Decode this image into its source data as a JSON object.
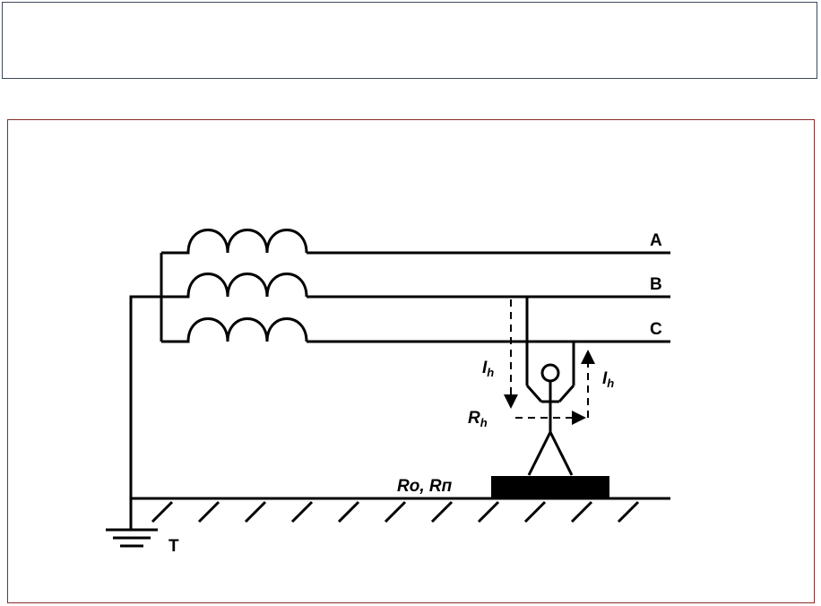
{
  "labels": {
    "phase_a": "A",
    "phase_b": "B",
    "phase_c": "C",
    "current_left": "I",
    "current_left_sub": "h",
    "current_right": "I",
    "current_right_sub": "h",
    "body_resistance": "R",
    "body_resistance_sub": "h",
    "ground_resistance": "Ro, Rп",
    "ground_terminal": "T"
  }
}
